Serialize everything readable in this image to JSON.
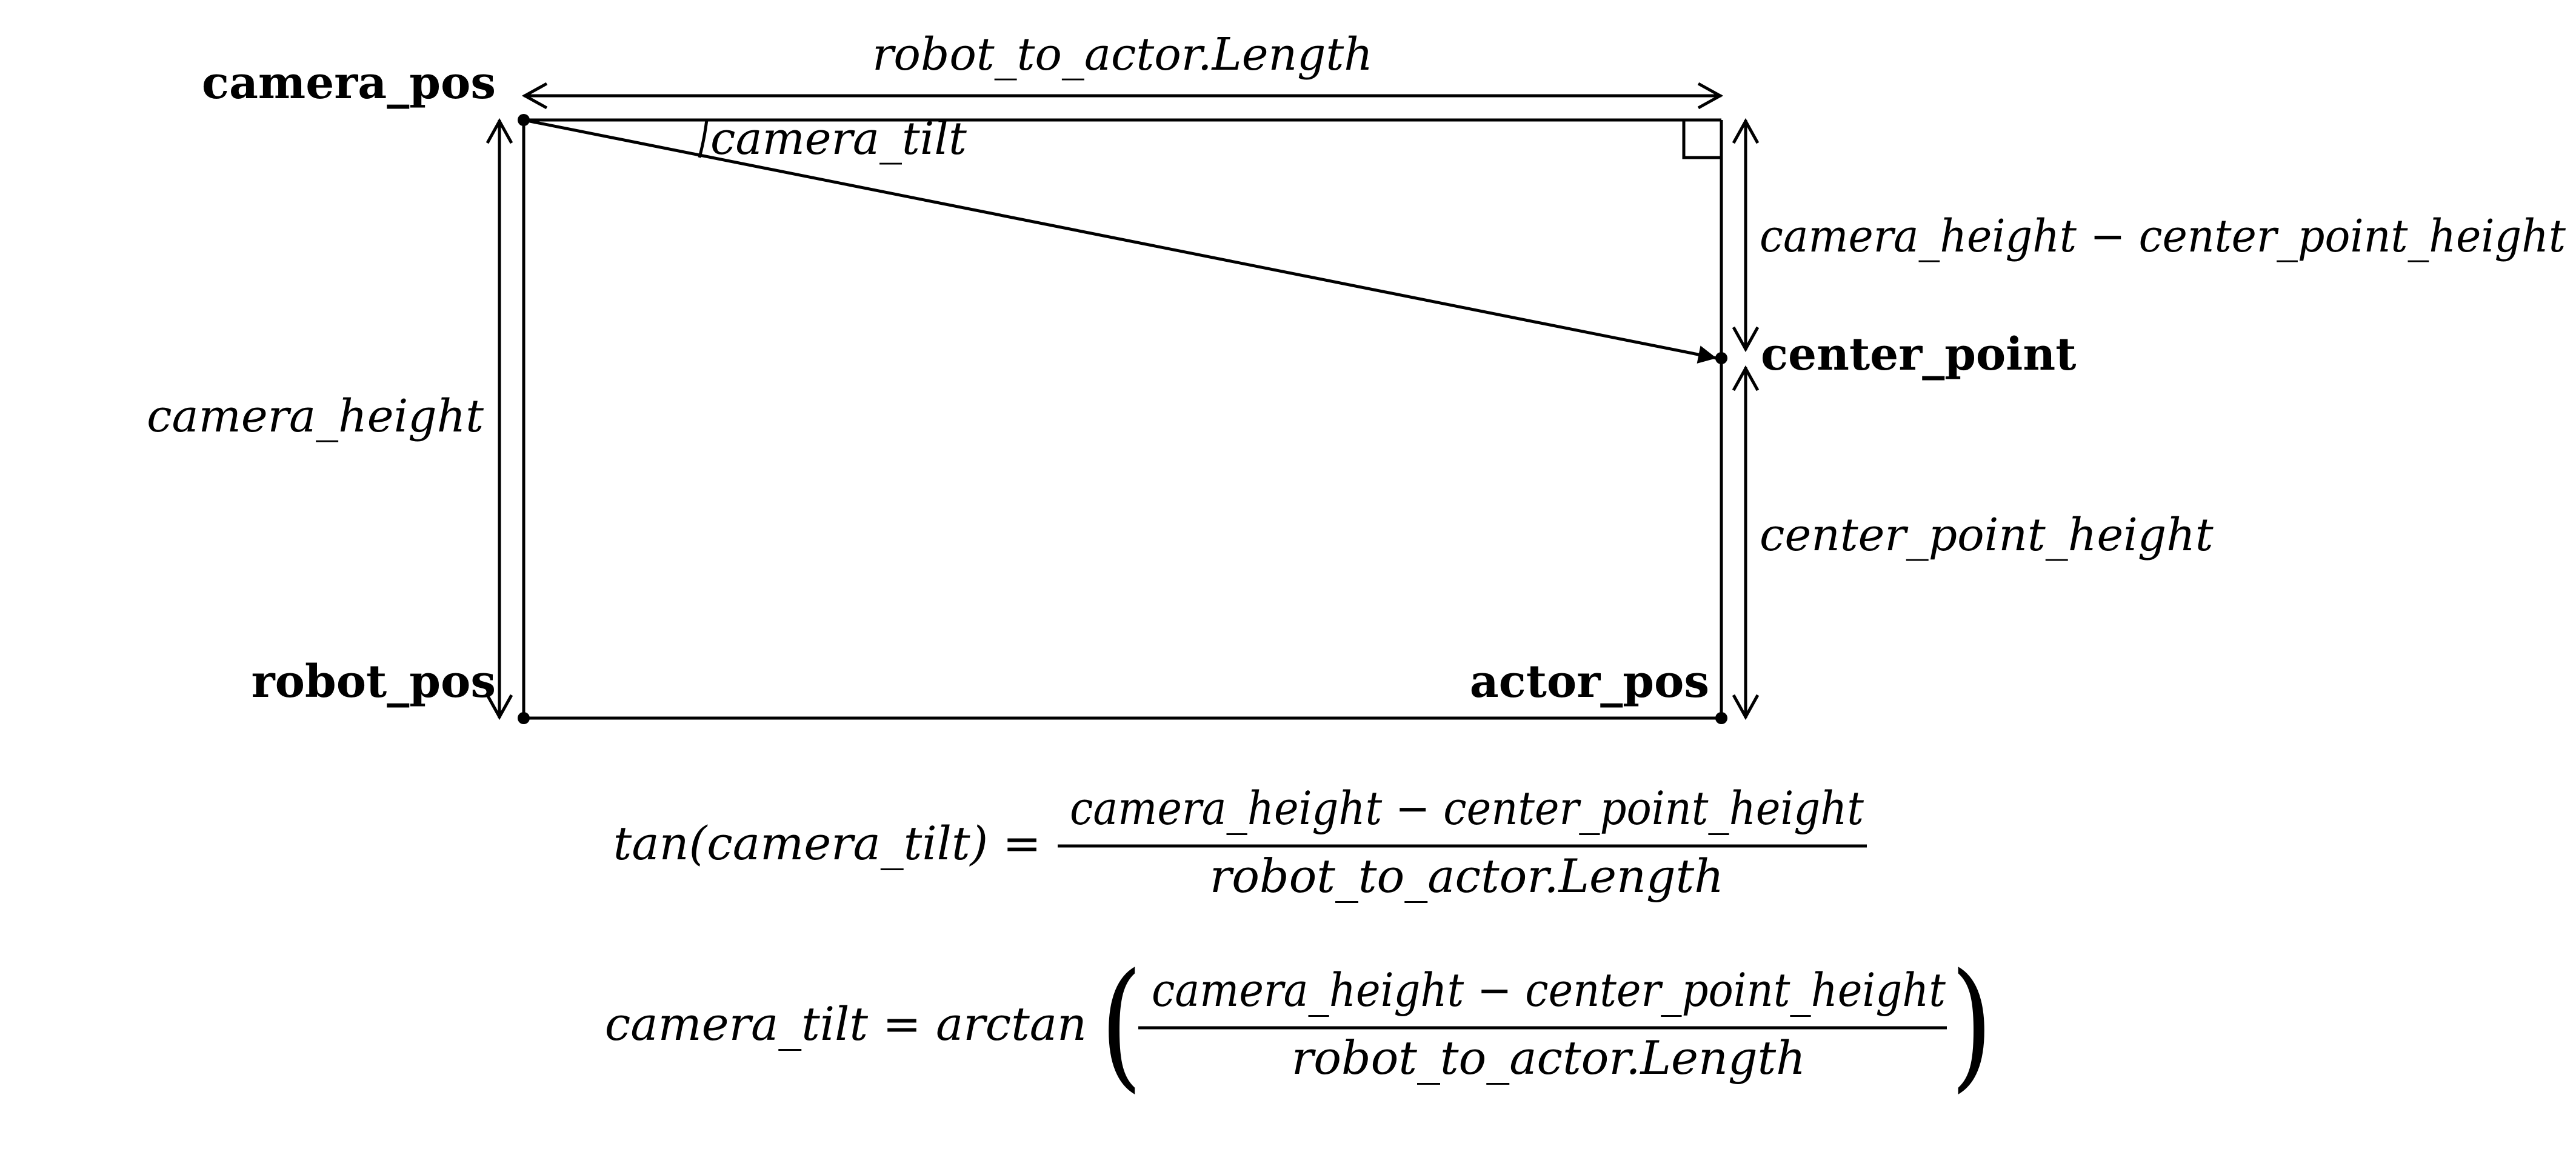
{
  "points": {
    "camera_pos": "camera_pos",
    "robot_pos": "robot_pos",
    "actor_pos": "actor_pos",
    "center_point": "center_point"
  },
  "dimensions": {
    "robot_to_actor_length": "robot_to_actor.Length",
    "camera_height": "camera_height",
    "height_difference": "camera_height − center_point_height",
    "center_point_height": "center_point_height",
    "camera_tilt_angle": "camera_tilt"
  },
  "equation1": {
    "lhs": "tan(camera_tilt) =",
    "numerator": "camera_height − center_point_height",
    "denominator": "robot_to_actor.Length"
  },
  "equation2": {
    "lhs": "camera_tilt = arctan",
    "open_paren": "(",
    "numerator": "camera_height − center_point_height",
    "denominator": "robot_to_actor.Length",
    "close_paren": ")"
  }
}
